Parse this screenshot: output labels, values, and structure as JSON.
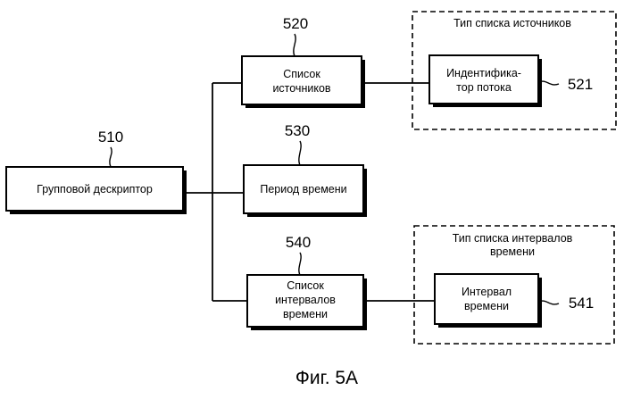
{
  "diagram": {
    "nodes": {
      "group_descriptor": {
        "label": "Групповой дескриптор",
        "ref": "510"
      },
      "source_list": {
        "label_lines": [
          "Список",
          "источников"
        ],
        "ref": "520"
      },
      "stream_id": {
        "label_lines": [
          "Индентифика-",
          "тор потока"
        ],
        "ref": "521"
      },
      "time_period": {
        "label": "Период времени",
        "ref": "530"
      },
      "time_interval_list": {
        "label_lines": [
          "Список",
          "интервалов",
          "времени"
        ],
        "ref": "540"
      },
      "time_interval": {
        "label_lines": [
          "Интервал",
          "времени"
        ],
        "ref": "541"
      }
    },
    "groups": {
      "source_list_type": {
        "title": "Тип списка источников"
      },
      "time_interval_list_type": {
        "title_lines": [
          "Тип списка интервалов",
          "времени"
        ]
      }
    },
    "caption": "Фиг. 5А"
  }
}
